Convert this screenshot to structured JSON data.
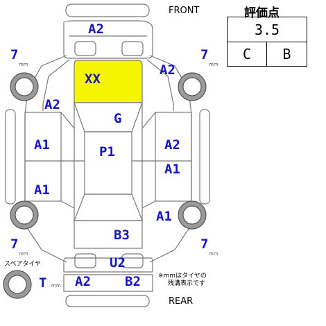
{
  "diagram": {
    "front_label": "FRONT",
    "rear_label": "REAR",
    "highlight_color": "#f5f500",
    "damage_color": "#1515c8",
    "panels": {
      "front_bumper": "A2",
      "hood": "XX",
      "left_front_fender": "A2",
      "right_front_fender": "A2",
      "roof": "G",
      "center": "P1",
      "left_front_door": "A1",
      "left_rear_door": "A1",
      "right_front_door": "A2",
      "right_rear_door": "A1",
      "right_rear_quarter": "A1",
      "trunk": "B3",
      "rear_panel": "U2",
      "rear_bumper_left": "A2",
      "rear_bumper_right": "B2"
    },
    "tires": {
      "front_left": "7",
      "front_right": "7",
      "rear_left": "7",
      "rear_right": "7",
      "unit": "mm"
    },
    "spare": {
      "label": "スペアタイヤ",
      "value": "T",
      "unit": "mm"
    },
    "note_line1": "※mmはタイヤの",
    "note_line2": "残溝表示です"
  },
  "score": {
    "title": "評価点",
    "overall": "3.5",
    "exterior": "C",
    "interior": "B"
  }
}
